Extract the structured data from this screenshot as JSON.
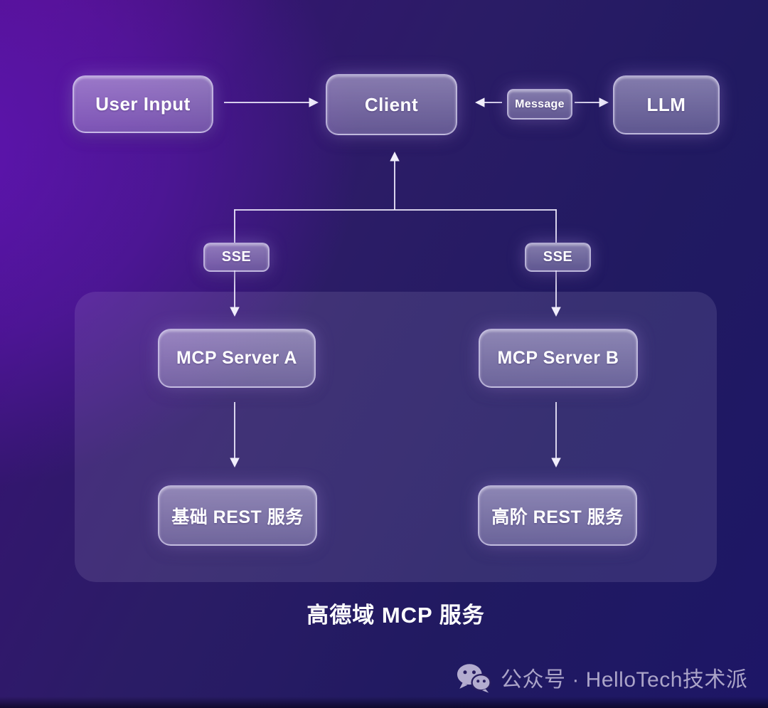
{
  "colors": {
    "background_top_left_purple": "#4d0f93",
    "background_right_indigo": "#1d1666",
    "background_bottom_indigo": "#211253",
    "group_box_fill": "rgba(205,199,233,0.13)",
    "node_fill": "rgba(205,199,233,0.45)",
    "node_border": "#e4def8",
    "arrow": "#ece8fb",
    "text": "#ffffff",
    "watermark_text": "#aba4c8"
  },
  "diagram": {
    "nodes": {
      "user_input": {
        "label": "User Input"
      },
      "client": {
        "label": "Client"
      },
      "message": {
        "label": "Message"
      },
      "llm": {
        "label": "LLM"
      },
      "sse_left": {
        "label": "SSE"
      },
      "sse_right": {
        "label": "SSE"
      },
      "mcp_server_a": {
        "label": "MCP Server A"
      },
      "mcp_server_b": {
        "label": "MCP Server B"
      },
      "rest_basic": {
        "label": "基础 REST 服务"
      },
      "rest_advanced": {
        "label": "高阶 REST 服务"
      }
    },
    "caption": "高德域 MCP 服务"
  },
  "watermark": {
    "icon": "wechat-icon",
    "text": "公众号 · HelloTech技术派"
  }
}
